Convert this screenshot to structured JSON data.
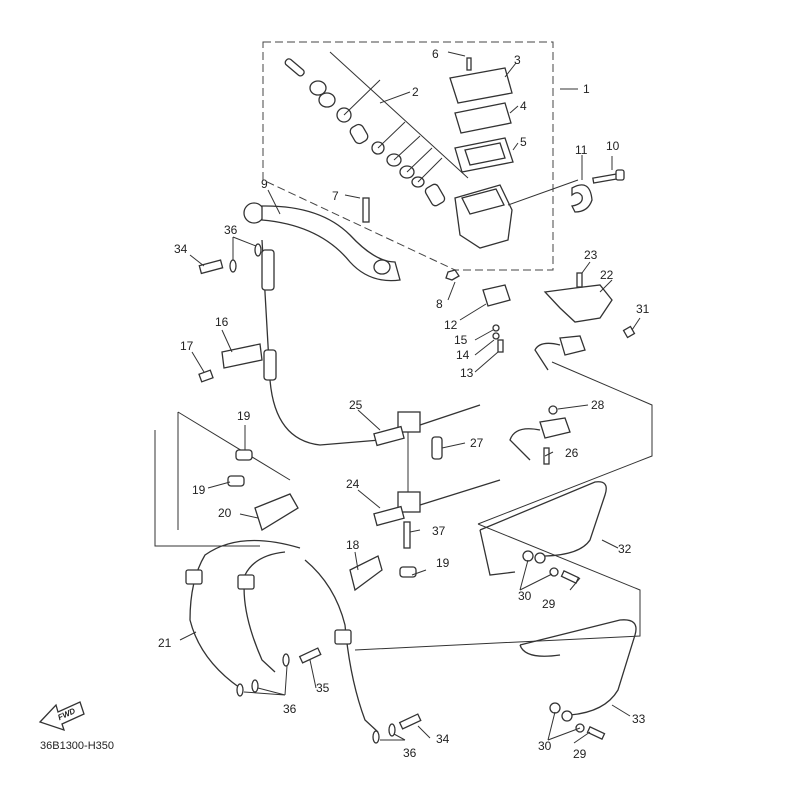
{
  "diagram": {
    "title": "Front master cylinder / brake hose exploded parts diagram",
    "drawing_code": "36B1300-H350",
    "direction_marker": "FWD",
    "callouts": [
      {
        "id": "c1",
        "number": "1"
      },
      {
        "id": "c2",
        "number": "2"
      },
      {
        "id": "c3",
        "number": "3"
      },
      {
        "id": "c4",
        "number": "4"
      },
      {
        "id": "c5",
        "number": "5"
      },
      {
        "id": "c6",
        "number": "6"
      },
      {
        "id": "c7",
        "number": "7"
      },
      {
        "id": "c8",
        "number": "8"
      },
      {
        "id": "c9",
        "number": "9"
      },
      {
        "id": "c10",
        "number": "10"
      },
      {
        "id": "c11",
        "number": "11"
      },
      {
        "id": "c12",
        "number": "12"
      },
      {
        "id": "c13",
        "number": "13"
      },
      {
        "id": "c14",
        "number": "14"
      },
      {
        "id": "c15",
        "number": "15"
      },
      {
        "id": "c16",
        "number": "16"
      },
      {
        "id": "c17",
        "number": "17"
      },
      {
        "id": "c18",
        "number": "18"
      },
      {
        "id": "c19a",
        "number": "19"
      },
      {
        "id": "c19b",
        "number": "19"
      },
      {
        "id": "c19c",
        "number": "19"
      },
      {
        "id": "c20",
        "number": "20"
      },
      {
        "id": "c21",
        "number": "21"
      },
      {
        "id": "c22",
        "number": "22"
      },
      {
        "id": "c23",
        "number": "23"
      },
      {
        "id": "c24",
        "number": "24"
      },
      {
        "id": "c25",
        "number": "25"
      },
      {
        "id": "c26",
        "number": "26"
      },
      {
        "id": "c27",
        "number": "27"
      },
      {
        "id": "c28",
        "number": "28"
      },
      {
        "id": "c29a",
        "number": "29"
      },
      {
        "id": "c29b",
        "number": "29"
      },
      {
        "id": "c30a",
        "number": "30"
      },
      {
        "id": "c30b",
        "number": "30"
      },
      {
        "id": "c31",
        "number": "31"
      },
      {
        "id": "c32",
        "number": "32"
      },
      {
        "id": "c33",
        "number": "33"
      },
      {
        "id": "c34a",
        "number": "34"
      },
      {
        "id": "c34b",
        "number": "34"
      },
      {
        "id": "c35",
        "number": "35"
      },
      {
        "id": "c36a",
        "number": "36"
      },
      {
        "id": "c36b",
        "number": "36"
      },
      {
        "id": "c36c",
        "number": "36"
      },
      {
        "id": "c37",
        "number": "37"
      }
    ]
  }
}
